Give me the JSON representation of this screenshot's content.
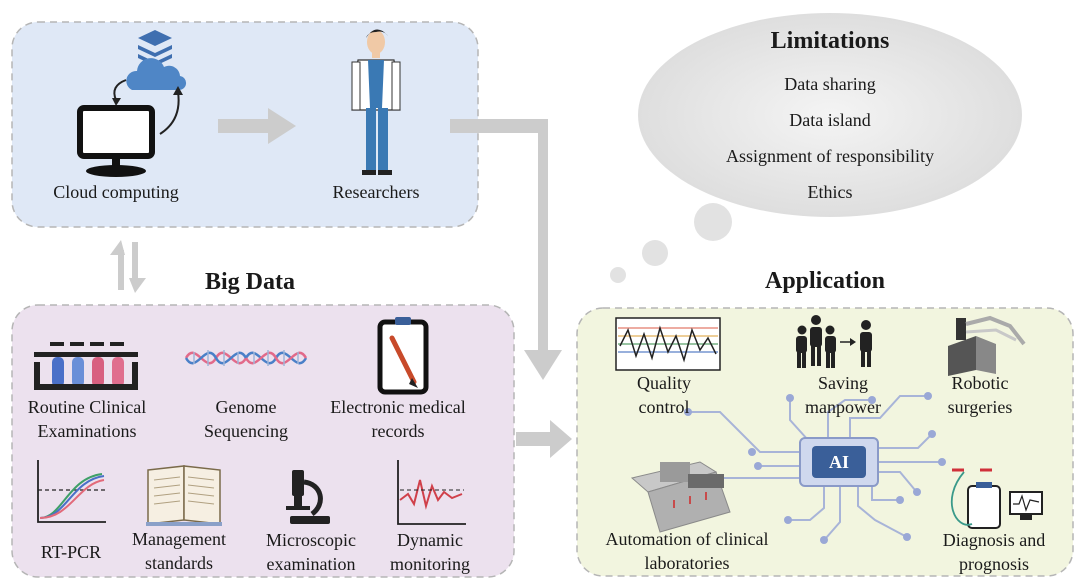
{
  "cloud_panel": {
    "cloud_label": "Cloud computing",
    "researchers_label": "Researchers"
  },
  "limitations": {
    "title": "Limitations",
    "items": [
      "Data sharing",
      "Data island",
      "Assignment of responsibility",
      "Ethics"
    ]
  },
  "big_data": {
    "title": "Big Data",
    "items": [
      "Routine Clinical Examinations",
      "Genome Sequencing",
      "Electronic medical records",
      "RT-PCR",
      "Management standards",
      "Microscopic examination",
      "Dynamic monitoring"
    ]
  },
  "application": {
    "title": "Application",
    "chip_label": "AI",
    "items": [
      "Quality control",
      "Saving manpower",
      "Robotic surgeries",
      "Automation of clinical laboratories",
      "Diagnosis and prognosis"
    ]
  },
  "colors": {
    "cloud_panel_bg": "#dfe8f6",
    "big_data_bg": "#ece1ee",
    "application_bg": "#f2f5df",
    "bubble_fill": "#e6e6e6",
    "arrow": "#cccccc",
    "chip_blue": "#3a5f99"
  }
}
